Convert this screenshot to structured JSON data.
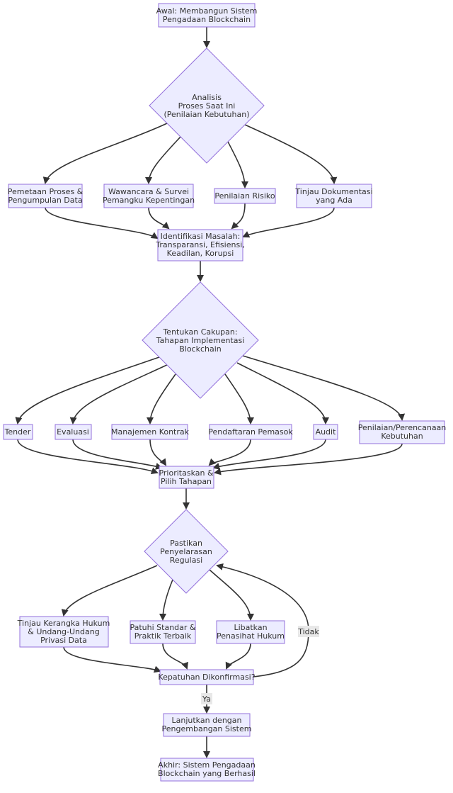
{
  "nodes": {
    "start": [
      "Awal: Membangun Sistem",
      "Pengadaan Blockchain"
    ],
    "analysis": [
      "Analisis",
      "Proses Saat Ini",
      "(Penilaian Kebutuhan)"
    ],
    "mapping": [
      "Pemetaan Proses &",
      "Pengumpulan Data"
    ],
    "interview": [
      "Wawancara & Survei",
      "Pemangku Kepentingan"
    ],
    "risk": [
      "Penilaian Risiko"
    ],
    "docs": [
      "Tinjau Dokumentasi",
      "yang Ada"
    ],
    "problems": [
      "Identifikasi Masalah:",
      "Transparansi, Efisiensi,",
      "Keadilan, Korupsi"
    ],
    "scope": [
      "Tentukan Cakupan:",
      "Tahapan Implementasi",
      "Blockchain"
    ],
    "tender": [
      "Tender"
    ],
    "evaluasi": [
      "Evaluasi"
    ],
    "kontrak": [
      "Manajemen Kontrak"
    ],
    "pemasok": [
      "Pendaftaran Pemasok"
    ],
    "audit": [
      "Audit"
    ],
    "kebutuhan": [
      "Penilaian/Perencanaan",
      "Kebutuhan"
    ],
    "prioritize": [
      "Prioritaskan &",
      "Pilih Tahapan"
    ],
    "regulasi": [
      "Pastikan",
      "Penyelarasan",
      "Regulasi"
    ],
    "hukum": [
      "Tinjau Kerangka Hukum",
      "& Undang-Undang",
      "Privasi Data"
    ],
    "standar": [
      "Patuhi Standar &",
      "Praktik Terbaik"
    ],
    "penasihat": [
      "Libatkan",
      "Penasihat Hukum"
    ],
    "confirm": [
      "Kepatuhan Dikonfirmasi?"
    ],
    "dev": [
      "Lanjutkan dengan",
      "Pengembangan Sistem"
    ],
    "end": [
      "Akhir: Sistem Pengadaan",
      "Blockchain yang Berhasil"
    ]
  },
  "edge_labels": {
    "yes": "Ya",
    "no": "Tidak"
  }
}
